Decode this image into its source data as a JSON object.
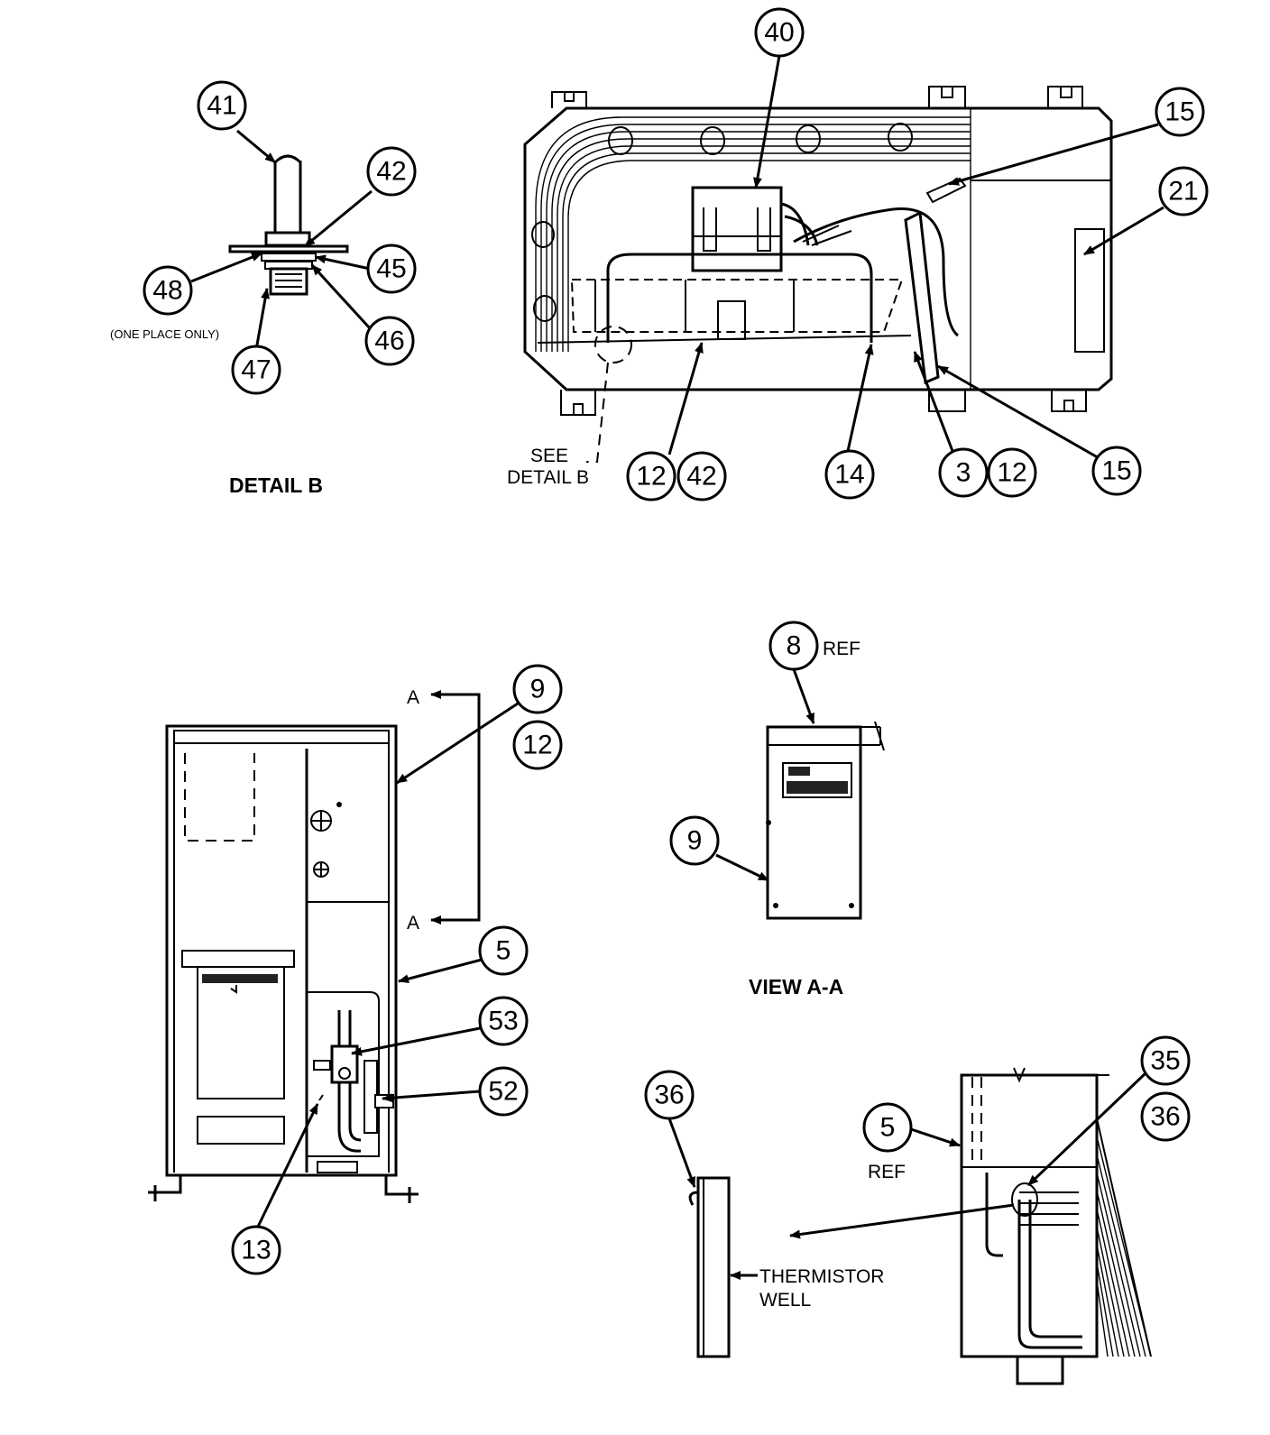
{
  "captions": {
    "detail_b": "DETAIL B",
    "view_aa": "VIEW A-A"
  },
  "notes": {
    "one_place_only": "(ONE PLACE ONLY)",
    "see_detail_b_line1": "SEE",
    "see_detail_b_line2": "DETAIL B",
    "ref_8": "REF",
    "ref_5": "REF",
    "thermistor_line1": "THERMISTOR",
    "thermistor_line2": "WELL",
    "section_a_top": "A",
    "section_a_bottom": "A"
  },
  "callouts": {
    "detail_b": [
      "41",
      "42",
      "45",
      "46",
      "47",
      "48"
    ],
    "top_assembly": [
      "40",
      "15",
      "21",
      "12",
      "42",
      "14",
      "3",
      "12",
      "15"
    ],
    "front_view": [
      "9",
      "12",
      "5",
      "53",
      "52",
      "13"
    ],
    "view_aa": [
      "8",
      "9"
    ],
    "thermistor_detail": [
      "36",
      "5",
      "35",
      "36"
    ]
  }
}
